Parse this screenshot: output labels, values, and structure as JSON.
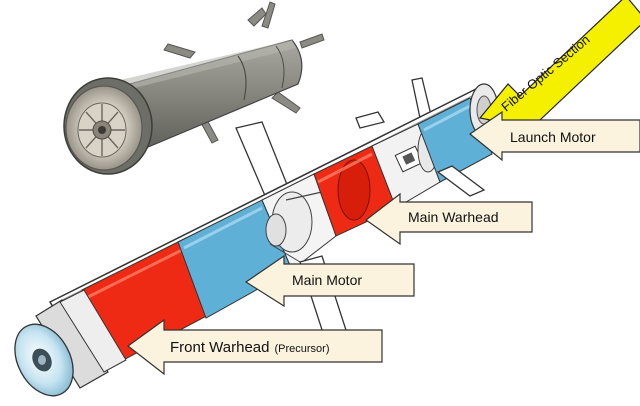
{
  "labels": {
    "fiber_optic": "Fiber Optic Section",
    "launch_motor": "Launch Motor",
    "main_warhead": "Main Warhead",
    "main_motor": "Main Motor",
    "front_warhead": "Front Warhead",
    "front_warhead_note": "(Precursor)"
  },
  "colors": {
    "warhead_red": "#ee2a14",
    "motor_blue": "#5fb0d6",
    "arrow_fill": "#fbf3dd",
    "fiber_arrow": "#f4f000",
    "body_outline": "#333333",
    "tail_grey": "#7e7e77"
  }
}
